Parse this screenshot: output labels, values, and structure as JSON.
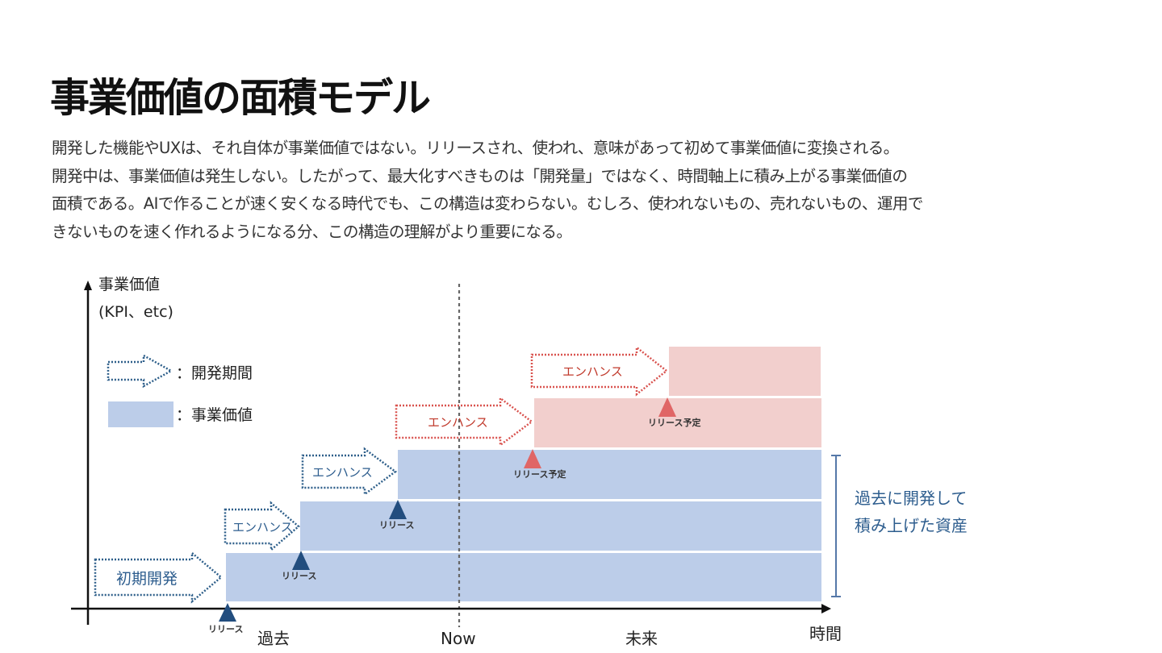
{
  "title": "事業価値の面積モデル",
  "paragraph": [
    "開発した機能やUXは、それ自体が事業価値ではない。リリースされ、使われ、意味があって初めて事業価値に変換される。",
    "開発中は、事業価値は発生しない。したがって、最大化すべきものは「開発量」ではなく、時間軸上に積み上がる事業価値の",
    "面積である。AIで作ることが速く安くなる時代でも、この構造は変わらない。むしろ、使われないもの、売れないもの、運用で",
    "きないものを速く作れるようになる分、この構造の理解がより重要になる。"
  ],
  "diagram": {
    "y_axis_label_1": "事業価値",
    "y_axis_label_2": "(KPI、etc)",
    "x_axis_label": "時間",
    "past_label": "過去",
    "now_label": "Now",
    "future_label": "未来",
    "legend": {
      "dev_period": "：開発期間",
      "business_value": "：事業価値"
    },
    "phases": {
      "initial_dev": "初期開発",
      "enhance_1": "エンハンス",
      "enhance_2": "エンハンス",
      "enhance_3": "エンハンス",
      "enhance_4": "エンハンス"
    },
    "releases": {
      "release_1": "リリース",
      "release_2": "リリース",
      "release_3": "リリース",
      "planned_1": "リリース予定",
      "planned_2": "リリース予定"
    },
    "asset_label_1": "過去に開発して",
    "asset_label_2": "積み上げた資産",
    "colors": {
      "past_value": "#bccde9",
      "future_value": "#f2cfcd",
      "past_arrow": "#2e5f8a",
      "future_arrow": "#d9534f",
      "release_marker": "#224d7e",
      "planned_marker": "#e06666",
      "asset_bracket": "#5578a8",
      "asset_text": "#2d5d8e"
    }
  }
}
